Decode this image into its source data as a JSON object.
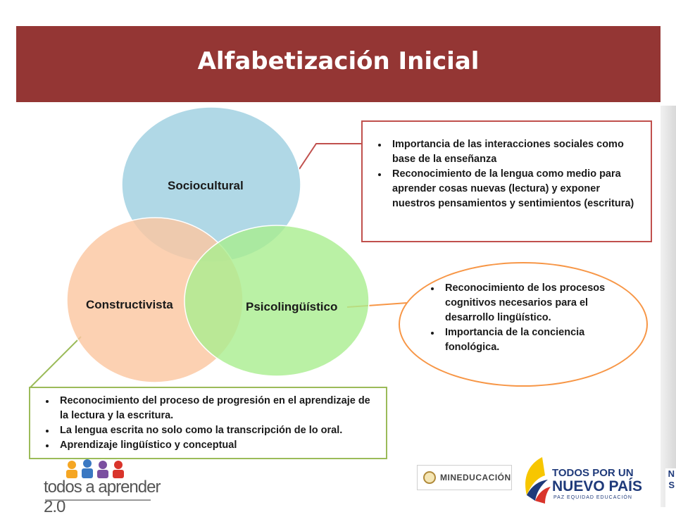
{
  "title": "Alfabetización Inicial",
  "venn": {
    "sociocultural": "Sociocultural",
    "constructivista": "Constructivista",
    "psicolinguistico": "Psicolingüístico"
  },
  "callouts": {
    "sociocultural": [
      "Importancia de las interacciones sociales como base de la enseñanza",
      "Reconocimiento de la lengua como medio para aprender cosas nuevas (lectura) y exponer nuestros pensamientos y sentimientos (escritura)"
    ],
    "psicolinguistico": [
      "Reconocimiento de los procesos cognitivos necesarios para  el desarrollo lingüístico.",
      "Importancia de la conciencia fonológica."
    ],
    "constructivista": [
      "Reconocimiento del proceso de progresión en el aprendizaje de la lectura y la escritura.",
      "La lengua escrita no solo como la transcripción de lo oral.",
      "Aprendizaje lingüístico y conceptual"
    ]
  },
  "logos": {
    "todos_a_aprender": "todos a aprender 2.0",
    "mineducacion": "MINEDUCACIÓN",
    "tppn_line1": "TODOS POR UN",
    "tppn_line2": "NUEVO PAÍS",
    "tppn_line3": "PAZ  EQUIDAD  EDUCACIÓN",
    "edge_n": "N",
    "edge_s": "S"
  },
  "colors": {
    "banner": "#943634",
    "sociocultural_circle": "#a5d3e3",
    "constructivista_circle": "#fbc7a1",
    "psicolinguistico_circle": "#a9ed8f",
    "red_border": "#c0504d",
    "orange_border": "#f79646",
    "green_border": "#9bbb59"
  }
}
